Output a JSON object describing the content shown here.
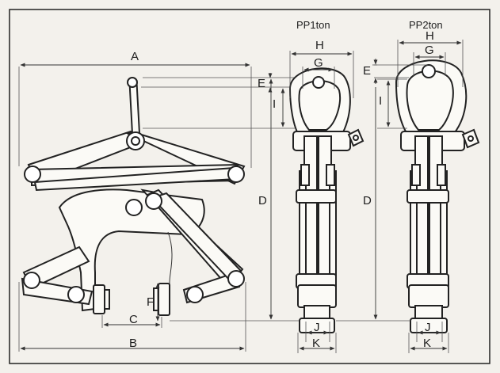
{
  "models": {
    "pp1": "PP1ton",
    "pp2": "PP2ton"
  },
  "dimensions": {
    "a": "A",
    "b": "B",
    "c": "C",
    "d": "D",
    "e": "E",
    "f": "F",
    "g": "G",
    "h": "H",
    "i": "I",
    "j": "J",
    "k": "K"
  },
  "colors": {
    "line": "#222222",
    "paper": "#f3f1ec",
    "part_fill": "#fbfaf6"
  }
}
